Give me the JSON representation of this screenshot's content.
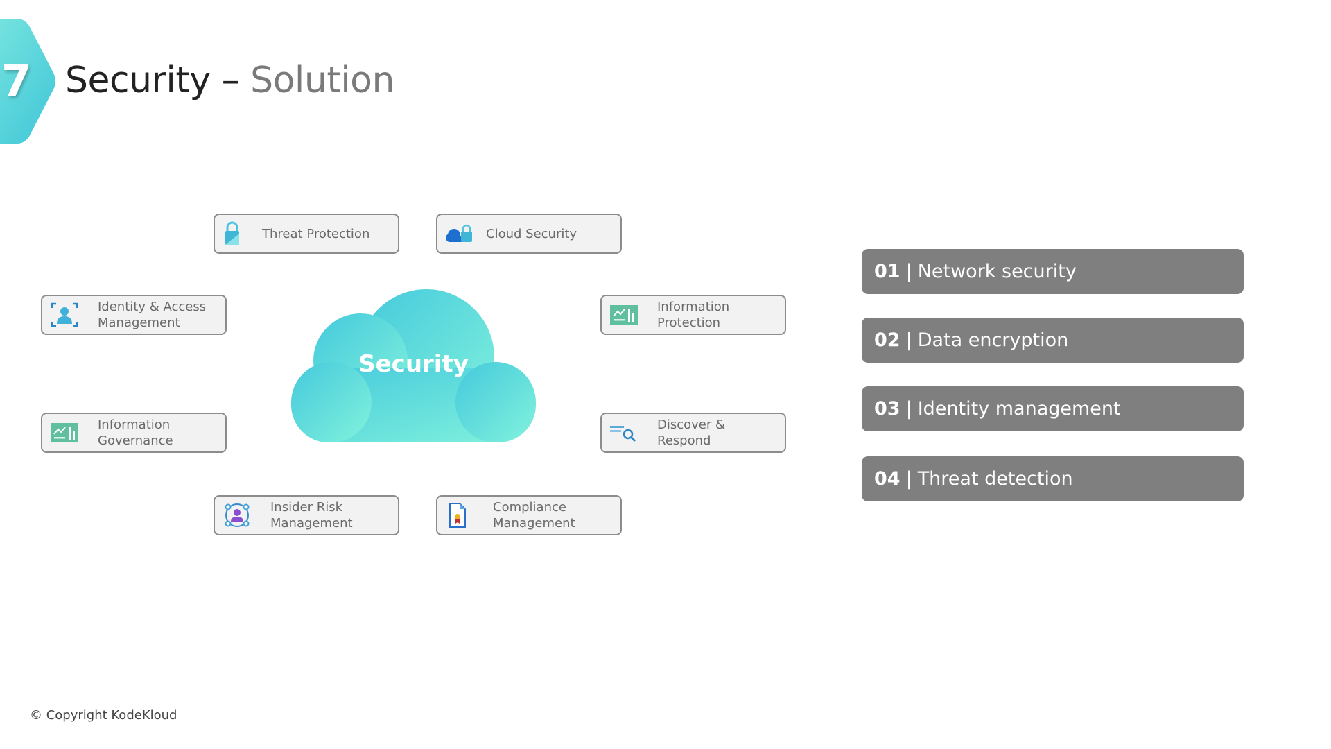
{
  "header": {
    "section_number": "7",
    "title_main": "Security –",
    "title_sub": "Solution"
  },
  "diagram": {
    "center_label": "Security",
    "boxes": [
      {
        "label": "Threat Protection",
        "icon": "lock-icon"
      },
      {
        "label": "Cloud Security",
        "icon": "cloud-lock-icon"
      },
      {
        "label": "Identity & Access\nManagement",
        "icon": "user-focus-icon"
      },
      {
        "label": "Information\nProtection",
        "icon": "chart-icon"
      },
      {
        "label": "Information\nGovernance",
        "icon": "chart-icon"
      },
      {
        "label": "Discover &\nRespond",
        "icon": "search-list-icon"
      },
      {
        "label": "Insider Risk\nManagement",
        "icon": "user-network-icon"
      },
      {
        "label": "Compliance\nManagement",
        "icon": "certificate-icon"
      }
    ]
  },
  "list": [
    {
      "num": "01",
      "sep": "|",
      "label": "Network security"
    },
    {
      "num": "02",
      "sep": "|",
      "label": "Data encryption"
    },
    {
      "num": "03",
      "sep": "|",
      "label": "Identity management"
    },
    {
      "num": "04",
      "sep": "|",
      "label": "Threat detection"
    }
  ],
  "footer": {
    "copyright": "© Copyright KodeKloud"
  },
  "colors": {
    "accent": "#4dd0e1",
    "list_bg": "#7f7f7f",
    "box_bg": "#f2f2f2"
  }
}
